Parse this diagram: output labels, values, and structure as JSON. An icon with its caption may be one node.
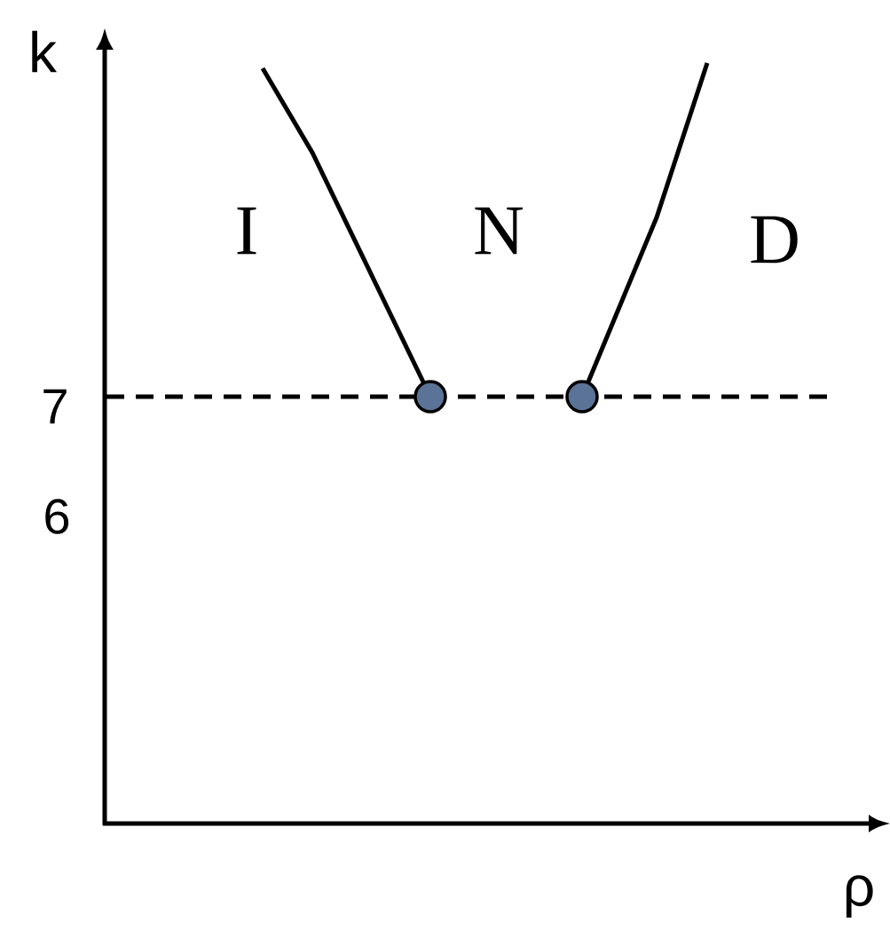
{
  "diagram": {
    "nodes": [
      {
        "text": [],
        "shape": "circle"
      },
      {
        "text": [],
        "shape": "circle"
      }
    ],
    "labels": [
      "k",
      "ρ",
      "7",
      "6",
      "I",
      "N",
      "D"
    ]
  }
}
